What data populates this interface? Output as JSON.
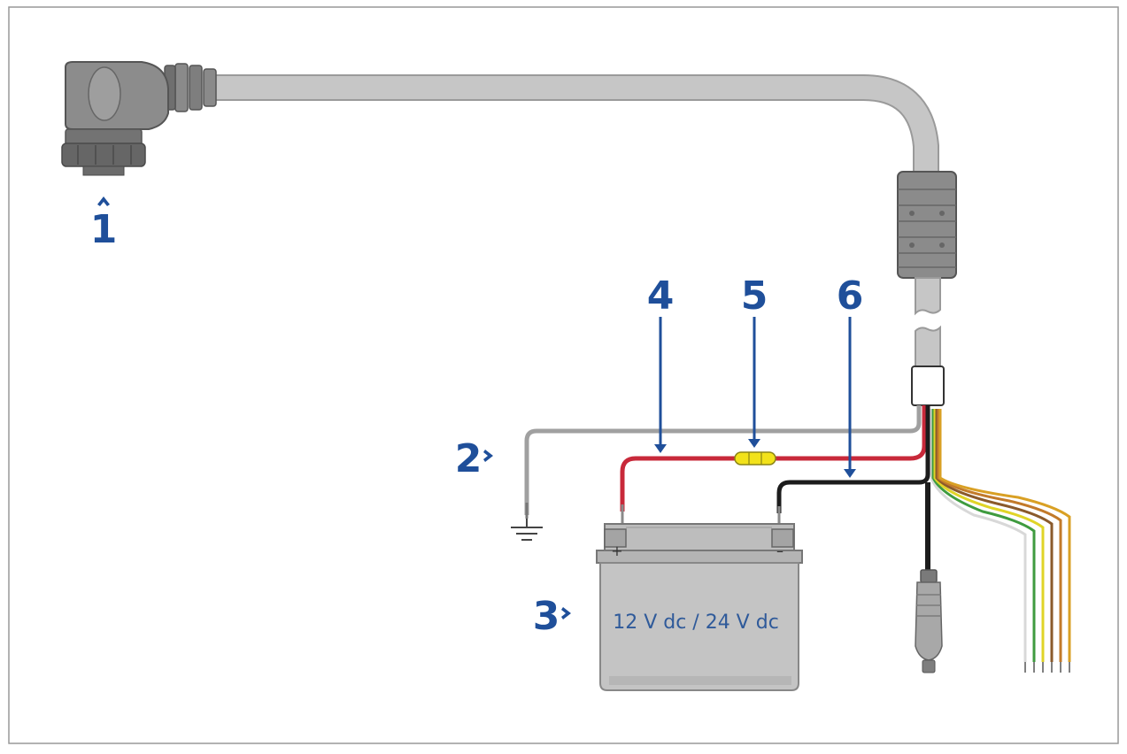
{
  "callouts": {
    "c1": "1",
    "c2": "2",
    "c3": "3",
    "c4": "4",
    "c5": "5",
    "c6": "6"
  },
  "battery": {
    "label": "12 V dc / 24 V dc",
    "positive": "+",
    "negative": "–"
  },
  "colors": {
    "callout": "#1f4f9a",
    "cable": "#c6c6c6",
    "cable_outline": "#9a9a9a",
    "red_wire": "#c8293a",
    "black_wire": "#1c1c1c",
    "fuse": "#f2e21a",
    "battery_body": "#c4c4c4",
    "frame": "#999999"
  }
}
